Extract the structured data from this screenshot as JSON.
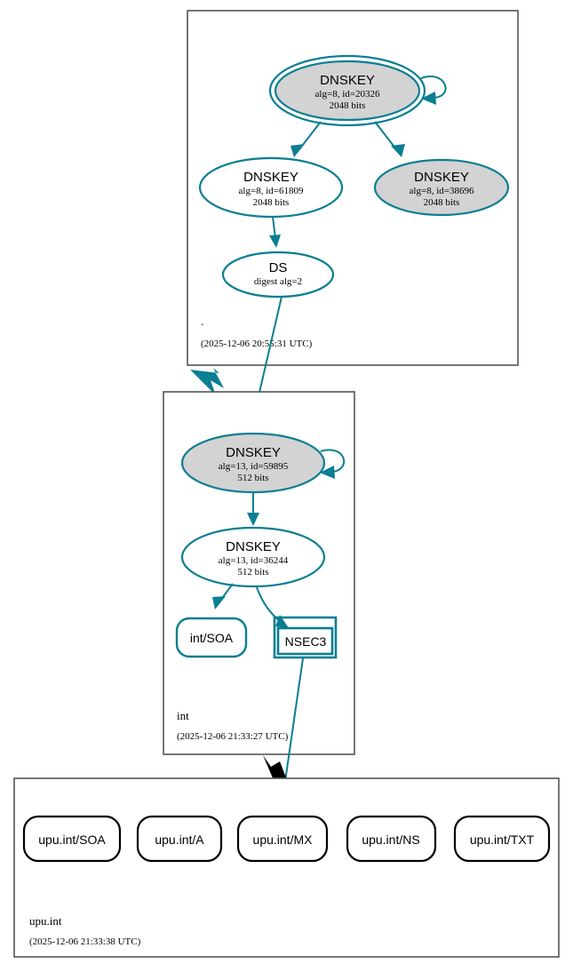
{
  "diagram": {
    "kind": "dnssec-authentication-chain",
    "colors": {
      "secure_accent": "#0a7e92",
      "secure_fill": "#d3d3d3",
      "insecure": "#000000",
      "zone_border": "#555555",
      "background": "#ffffff"
    }
  },
  "zones": [
    {
      "id": "root",
      "name": ".",
      "timestamp": "(2025-12-06 20:55:31 UTC)",
      "nodes": [
        {
          "id": "root-ksk",
          "type": "DNSKEY",
          "title": "DNSKEY",
          "params": "alg=8, id=20326",
          "bits": "2048 bits",
          "shape": "doubleoctagon-ellipse",
          "status": "secure-trust-anchor"
        },
        {
          "id": "root-zsk",
          "type": "DNSKEY",
          "title": "DNSKEY",
          "params": "alg=8, id=61809",
          "bits": "2048 bits",
          "shape": "ellipse",
          "status": "plain"
        },
        {
          "id": "root-zsk2",
          "type": "DNSKEY",
          "title": "DNSKEY",
          "params": "alg=8, id=38696",
          "bits": "2048 bits",
          "shape": "ellipse",
          "status": "secure"
        },
        {
          "id": "root-ds",
          "type": "DS",
          "title": "DS",
          "params": "digest alg=2",
          "bits": "",
          "shape": "ellipse",
          "status": "plain"
        }
      ]
    },
    {
      "id": "int",
      "name": "int",
      "timestamp": "(2025-12-06 21:33:27 UTC)",
      "nodes": [
        {
          "id": "int-ksk",
          "type": "DNSKEY",
          "title": "DNSKEY",
          "params": "alg=13, id=59895",
          "bits": "512 bits",
          "shape": "ellipse",
          "status": "secure"
        },
        {
          "id": "int-zsk",
          "type": "DNSKEY",
          "title": "DNSKEY",
          "params": "alg=13, id=36244",
          "bits": "512 bits",
          "shape": "ellipse",
          "status": "plain"
        },
        {
          "id": "int-soa",
          "type": "RRSET",
          "title": "int/SOA",
          "params": "",
          "bits": "",
          "shape": "rounded-rect",
          "status": "plain-teal"
        },
        {
          "id": "int-nsec3",
          "type": "NSEC3",
          "title": "NSEC3",
          "params": "",
          "bits": "",
          "shape": "double-rect",
          "status": "plain-teal"
        }
      ]
    },
    {
      "id": "upuint",
      "name": "upu.int",
      "timestamp": "(2025-12-06 21:33:38 UTC)",
      "nodes": [
        {
          "id": "upu-soa",
          "type": "RRSET",
          "title": "upu.int/SOA",
          "params": "",
          "bits": "",
          "shape": "rounded-rect",
          "status": "insecure-black"
        },
        {
          "id": "upu-a",
          "type": "RRSET",
          "title": "upu.int/A",
          "params": "",
          "bits": "",
          "shape": "rounded-rect",
          "status": "insecure-black"
        },
        {
          "id": "upu-mx",
          "type": "RRSET",
          "title": "upu.int/MX",
          "params": "",
          "bits": "",
          "shape": "rounded-rect",
          "status": "insecure-black"
        },
        {
          "id": "upu-ns",
          "type": "RRSET",
          "title": "upu.int/NS",
          "params": "",
          "bits": "",
          "shape": "rounded-rect",
          "status": "insecure-black"
        },
        {
          "id": "upu-txt",
          "type": "RRSET",
          "title": "upu.int/TXT",
          "params": "",
          "bits": "",
          "shape": "rounded-rect",
          "status": "insecure-black"
        }
      ]
    }
  ],
  "edges": [
    {
      "id": "e1",
      "from": "root-ksk",
      "to": "root-ksk",
      "style": "self-loop",
      "color": "secure"
    },
    {
      "id": "e2",
      "from": "root-ksk",
      "to": "root-zsk",
      "style": "arrow",
      "color": "secure"
    },
    {
      "id": "e3",
      "from": "root-ksk",
      "to": "root-zsk2",
      "style": "arrow",
      "color": "secure"
    },
    {
      "id": "e4",
      "from": "root-zsk",
      "to": "root-ds",
      "style": "arrow",
      "color": "secure"
    },
    {
      "id": "e5",
      "from": "root-ds",
      "to": "int-ksk",
      "style": "arrow",
      "color": "secure"
    },
    {
      "id": "e6",
      "from": "root",
      "to": "int",
      "style": "zone-cut-thick",
      "color": "secure"
    },
    {
      "id": "e7",
      "from": "int-ksk",
      "to": "int-ksk",
      "style": "self-loop",
      "color": "secure"
    },
    {
      "id": "e8",
      "from": "int-ksk",
      "to": "int-zsk",
      "style": "arrow",
      "color": "secure"
    },
    {
      "id": "e9",
      "from": "int-zsk",
      "to": "int-soa",
      "style": "arrow",
      "color": "secure"
    },
    {
      "id": "e10",
      "from": "int-zsk",
      "to": "int-nsec3",
      "style": "arrow",
      "color": "secure"
    },
    {
      "id": "e11",
      "from": "int-nsec3",
      "to": "upuint",
      "style": "arrow",
      "color": "secure"
    },
    {
      "id": "e12",
      "from": "int",
      "to": "upuint",
      "style": "zone-cut-thick",
      "color": "insecure"
    }
  ]
}
